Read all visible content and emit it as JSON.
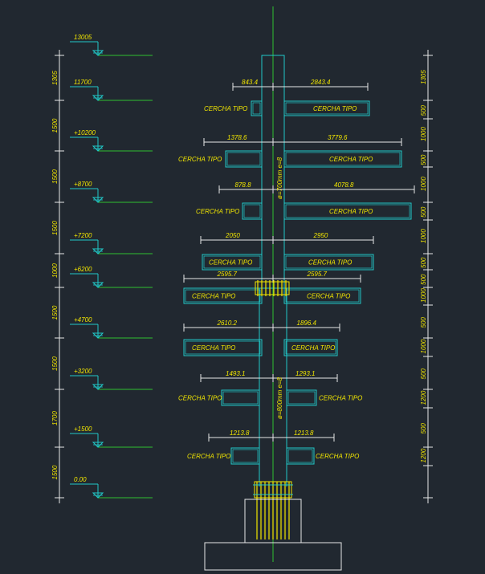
{
  "colors": {
    "background": "#212830",
    "level_line": "#2fbf2f",
    "outline": "#21c9c9",
    "text": "#f2e600",
    "dimension": "#e8e8e8",
    "axis": "#2fbf2f",
    "rebar": "#f2e600"
  },
  "levels": [
    {
      "label": "13005"
    },
    {
      "label": "11700"
    },
    {
      "label": "+10200"
    },
    {
      "label": "+8700"
    },
    {
      "label": "+7200"
    },
    {
      "label": "+6200"
    },
    {
      "label": "+4700"
    },
    {
      "label": "+3200"
    },
    {
      "label": "+1500"
    },
    {
      "label": "0.00"
    }
  ],
  "left_spacing_labels": [
    "1305",
    "1500",
    "1500",
    "1500",
    "1000",
    "1500",
    "1500",
    "1700",
    "1500"
  ],
  "right_spacing_labels": [
    "1305",
    "500",
    "1000",
    "500",
    "1000",
    "500",
    "1000",
    "500",
    "500",
    "1000",
    "500",
    "1000",
    "500",
    "1200",
    "500",
    "1200"
  ],
  "beams": [
    {
      "left_label": "CERCHA TIPO",
      "right_label": "CERCHA TIPO",
      "left_dim": "843.4",
      "right_dim": "2843.4"
    },
    {
      "left_label": "CERCHA TIPO",
      "right_label": "CERCHA TIPO",
      "left_dim": "1378.6",
      "right_dim": "3779.6"
    },
    {
      "left_label": "CERCHA TIPO",
      "right_label": "CERCHA TIPO",
      "left_dim": "878.8",
      "right_dim": "4078.8"
    },
    {
      "left_label": "CERCHA TIPO",
      "right_label": "CERCHA TIPO",
      "left_dim": "2050",
      "right_dim": "2950"
    },
    {
      "left_label": "CERCHA TIPO",
      "right_label": "CERCHA TIPO",
      "left_dim": "2595.7",
      "right_dim": "2595.7"
    },
    {
      "left_label": "CERCHA TIPO",
      "right_label": "CERCHA TIPO",
      "left_dim": "2610.2",
      "right_dim": "1896.4"
    },
    {
      "left_label": "CERCHA TIPO",
      "right_label": "CERCHA TIPO",
      "left_dim": "1493.1",
      "right_dim": "1293.1"
    },
    {
      "left_label": "CERCHA TIPO",
      "right_label": "CERCHA TIPO",
      "left_dim": "1213.8",
      "right_dim": "1213.8"
    }
  ],
  "column_labels": {
    "upper": "ø=700mm  e=8",
    "lower": "ø=800mm  e=8"
  }
}
